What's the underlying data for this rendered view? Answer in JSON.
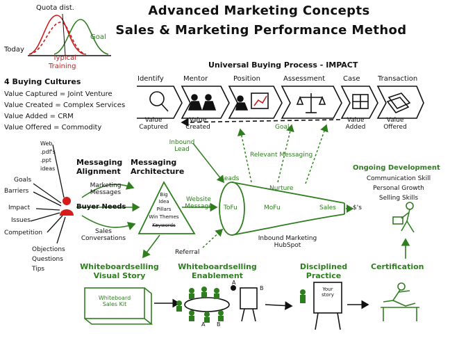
{
  "title": {
    "line1": "Advanced Marketing Concepts",
    "line2": "Sales & Marketing Performance Method"
  },
  "quota_chart": {
    "label_quota": "Quota dist.",
    "label_goal": "Goal",
    "label_today": "Today",
    "label_typical": "Typical",
    "label_training": "Training"
  },
  "cultures": {
    "heading": "4 Buying Cultures",
    "items": [
      "Value Captured = Joint Venture",
      "Value Created = Complex Services",
      "Value Added = CRM",
      "Value Offered = Commodity"
    ]
  },
  "impact": {
    "heading": "Universal Buying Process - IMPACT",
    "stages": [
      "Identify",
      "Mentor",
      "Position",
      "Assessment",
      "Case",
      "Transaction"
    ],
    "values": [
      "Value\nCaptured",
      "Value\nCreated",
      "Value\nAdded",
      "Value\nOffered"
    ],
    "goal_label": "Goal"
  },
  "content_types": [
    "Web",
    ".pdf's",
    ".ppt",
    "ideas"
  ],
  "buyer_factors": {
    "left": [
      "Goals",
      "Barriers",
      "Impact",
      "Issues",
      "Competition"
    ],
    "bottom": [
      "Objections",
      "Questions",
      "Tips"
    ],
    "needs_label": "Buyer Needs"
  },
  "messaging": {
    "alignment": "Messaging\nAlignment",
    "architecture": "Messaging\nArchitecture",
    "marketing_messages": "Marketing\nMessages",
    "sales_conversations": "Sales\nConversations",
    "pyramid": [
      "Big",
      "Idea",
      "Pillars",
      "Win Themes",
      "Keywords"
    ]
  },
  "funnel": {
    "inbound_lead": "Inbound\nLead",
    "relevant_messaging": "Relevant Messaging",
    "website_message": "Website\nMessage",
    "leads": "Leads",
    "nurture": "Nurture",
    "tofu": "ToFu",
    "mofu": "MoFu",
    "sales": "Sales",
    "dollars": "$'s",
    "inbound_marketing": "Inbound Marketing\nHubSpot",
    "referral": "Referral"
  },
  "development": {
    "heading": "Ongoing Development",
    "skills": [
      "Communication Skill",
      "Personal Growth",
      "Selling Skills"
    ]
  },
  "bottom_row": {
    "visual_story": "Whiteboardselling\nVisual Story",
    "sales_kit": "Whiteboard\nSales Kit",
    "enablement": "Whiteboardselling\nEnablement",
    "practice": "Disciplined\nPractice",
    "story_board": "Your\nstory",
    "certification": "Certification",
    "label_a": "A",
    "label_b": "B"
  }
}
